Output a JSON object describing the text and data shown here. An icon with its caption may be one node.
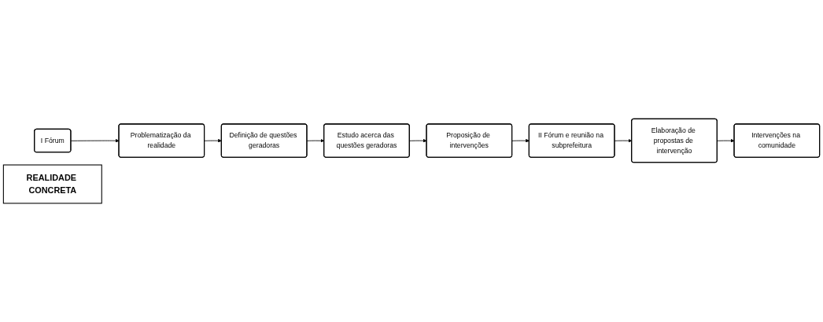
{
  "diagram": {
    "nodes": [
      {
        "text": [
          "I Fórum"
        ]
      },
      {
        "text": [
          "Problematização da realidade"
        ]
      },
      {
        "text": [
          "Definição de questões geradoras"
        ]
      },
      {
        "text": [
          "Estudo acerca das questões geradoras"
        ]
      },
      {
        "text": [
          "Proposição de intervenções"
        ]
      },
      {
        "text": [
          "II Fórum e reunião na subprefeitura"
        ]
      },
      {
        "text": [
          "Elaboração de propostas de intervenção"
        ]
      },
      {
        "text": [
          "Intervenções na comunidade"
        ]
      },
      {
        "text": [
          "REALIDADE CONCRETA"
        ]
      }
    ],
    "edges": [
      {
        "from": 0,
        "to": 1,
        "arrow": "to"
      },
      {
        "from": 1,
        "to": 2,
        "arrow": "to"
      },
      {
        "from": 2,
        "to": 3,
        "arrow": "to"
      },
      {
        "from": 3,
        "to": 4,
        "arrow": "to"
      },
      {
        "from": 4,
        "to": 5,
        "arrow": "to"
      },
      {
        "from": 5,
        "to": 6,
        "arrow": "to"
      },
      {
        "from": 6,
        "to": 7,
        "arrow": "to"
      }
    ]
  }
}
